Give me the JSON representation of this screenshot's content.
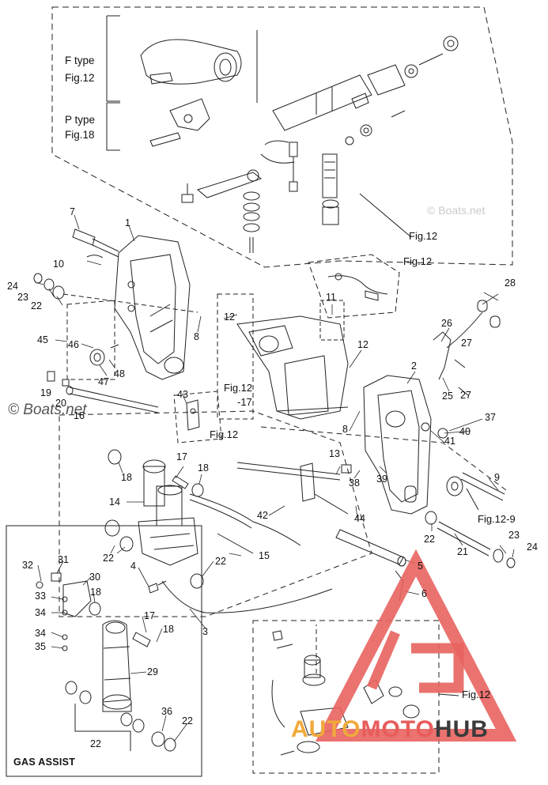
{
  "diagram": {
    "inset_labels": {
      "f_type_line1": "F type",
      "f_type_line2": "Fig.12",
      "p_type_line1": "P type",
      "p_type_line2": "Fig.18"
    },
    "fig_refs": {
      "fig12_top": "Fig.12",
      "fig12_upper": "Fig.12",
      "fig12_mid": "Fig.12",
      "fig12_mid_dash": "-17",
      "fig12_left": "Fig.12",
      "fig12_9": "Fig.12-9",
      "fig12_bottom": "Fig.12"
    },
    "gas_assist": "GAS ASSIST",
    "watermarks": {
      "main": "© Boats.net",
      "faint": "© Boats.net"
    },
    "logo": {
      "part1": "AUTO",
      "part2": "MOTO",
      "part3": "HUB",
      "colors": {
        "part1": "#f0a93a",
        "part2": "#e85c5c",
        "part3": "#3b3b3b",
        "triangle": "#e8635f"
      }
    },
    "part_numbers": {
      "n1": "1",
      "n2": "2",
      "n3": "3",
      "n4": "4",
      "n5": "5",
      "n6": "6",
      "n7": "7",
      "n8a": "8",
      "n8b": "8",
      "n9": "9",
      "n10": "10",
      "n11": "11",
      "n12a": "12",
      "n12b": "12",
      "n13": "13",
      "n14": "14",
      "n15": "15",
      "n16": "16",
      "n17a": "17",
      "n17b": "17",
      "n18a": "18",
      "n18b": "18",
      "n18c": "18",
      "n18d": "18",
      "n19": "19",
      "n20": "20",
      "n21": "21",
      "n22a": "22",
      "n22b": "22",
      "n22c": "22",
      "n22d": "22",
      "n22e": "22",
      "n22f": "22",
      "n23a": "23",
      "n23b": "23",
      "n24a": "24",
      "n24b": "24",
      "n25": "25",
      "n26": "26",
      "n27a": "27",
      "n27b": "27",
      "n28": "28",
      "n29": "29",
      "n30": "30",
      "n31": "31",
      "n32": "32",
      "n33": "33",
      "n34a": "34",
      "n34b": "34",
      "n35": "35",
      "n36": "36",
      "n37": "37",
      "n38": "38",
      "n39": "39",
      "n40": "40",
      "n41": "41",
      "n42": "42",
      "n43": "43",
      "n44": "44",
      "n45": "45",
      "n46": "46",
      "n47": "47",
      "n48": "48"
    }
  }
}
